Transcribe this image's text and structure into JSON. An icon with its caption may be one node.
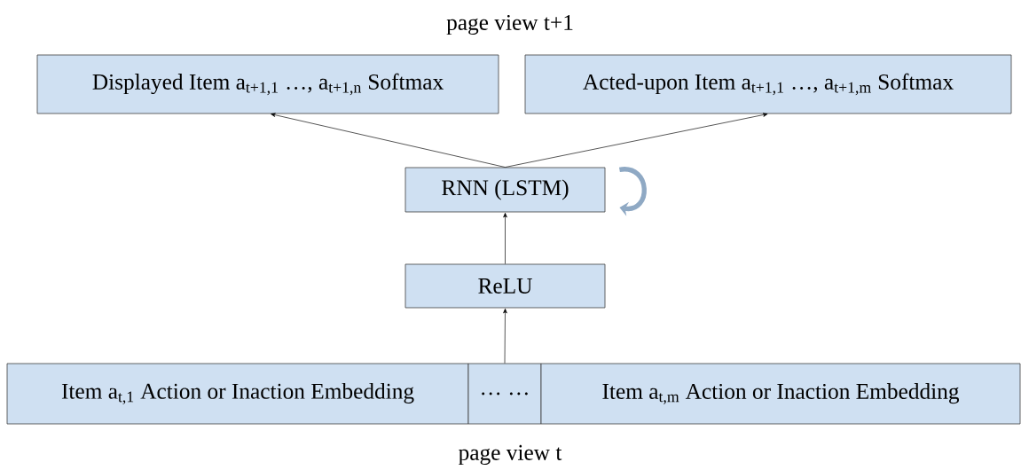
{
  "diagram": {
    "nodes": [
      {
        "text": [
          "Displayed Item a$_{t+1,1}$ …, a$_{t+1,n}$ Softmax"
        ]
      },
      {
        "text": [
          "Acted-upon Item a$_{t+1,1}$ …, a$_{t+1,m}$ Softmax"
        ]
      },
      {
        "text": [
          "RNN (LSTM)"
        ]
      },
      {
        "text": [
          "ReLU"
        ]
      },
      {
        "text": [
          "Item a$_{t,1}$ Action or Inaction Embedding"
        ]
      },
      {
        "text": [
          "… …"
        ]
      },
      {
        "text": [
          "Item a$_{t,m}$ Action or Inaction Embedding"
        ]
      }
    ],
    "edges": [
      {
        "from": 2,
        "to": 0,
        "arrow": "to"
      },
      {
        "from": 2,
        "to": 1,
        "arrow": "to"
      },
      {
        "from": 3,
        "to": 2,
        "arrow": "to"
      },
      {
        "from": 5,
        "to": 3,
        "arrow": "to"
      },
      {
        "from": 2,
        "to": 2,
        "arrow": "to",
        "style": "thick",
        "color": "#8fa9c4"
      }
    ],
    "labels": [
      "page view t+1",
      "page view t"
    ]
  }
}
